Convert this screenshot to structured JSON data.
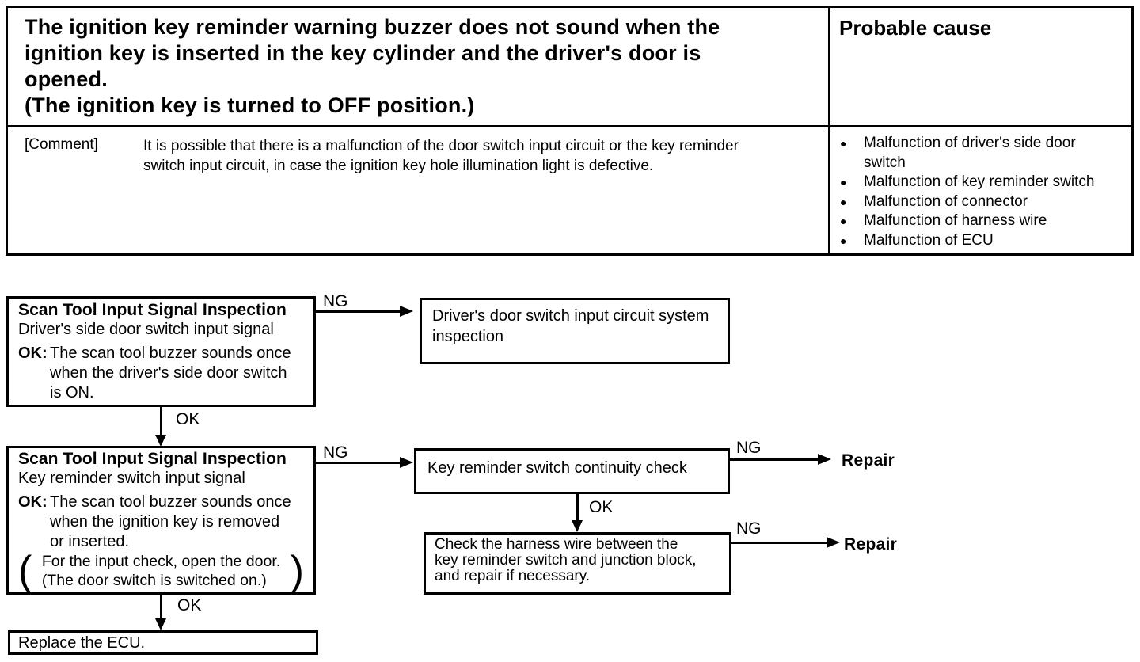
{
  "header": {
    "problem": "The ignition key reminder warning buzzer does not sound when the\nignition key is inserted in the key cylinder and the driver's door is\nopened.\n(The ignition key is turned to OFF position.)",
    "probable_cause_title": "Probable cause",
    "comment_label": "[Comment]",
    "comment_text": "It is possible that there is a malfunction of the door switch input circuit or the key reminder\nswitch input circuit, in case the ignition key hole illumination light is defective.",
    "bullet_icon": "●",
    "causes": [
      "Malfunction of driver's side door\nswitch",
      "Malfunction of key reminder switch",
      "Malfunction of connector",
      "Malfunction of harness wire",
      "Malfunction of ECU"
    ]
  },
  "flowchart": {
    "labels": {
      "ng": "NG",
      "ok": "OK",
      "ok_colon": "OK:",
      "repair": "Repair"
    },
    "step1": {
      "title": "Scan Tool Input Signal Inspection",
      "subtitle": "Driver's side door switch input signal",
      "ok_text": "The scan tool buzzer sounds once\nwhen the driver's side door switch\nis ON."
    },
    "step1_ng_result": "Driver's door switch input circuit system\ninspection",
    "step2": {
      "title": "Scan Tool Input Signal Inspection",
      "subtitle": "Key reminder switch input signal",
      "ok_text": "The scan tool buzzer sounds once\nwhen the ignition key is removed\nor inserted.",
      "note": "For the input check, open the door.\n(The door switch is switched on.)",
      "paren_open": "(",
      "paren_close": ")"
    },
    "step2_ng_result": "Key reminder switch continuity check",
    "harness_check": "Check the harness wire between the\nkey reminder switch and junction block,\nand repair if necessary.",
    "final": "Replace the ECU."
  }
}
